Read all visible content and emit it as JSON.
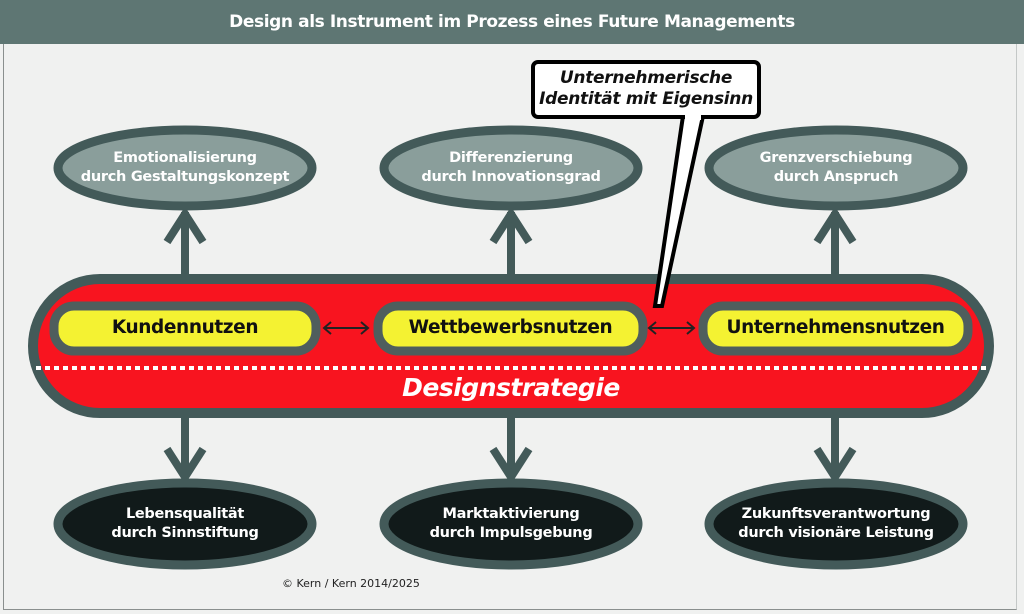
{
  "header": {
    "title": "Design als Instrument im Prozess eines Future Managements"
  },
  "callout": {
    "line1": "Unternehmerische",
    "line2": "Identität mit Eigensinn"
  },
  "top_outcomes": [
    {
      "line1": "Emotionalisierung",
      "line2": "durch Gestaltungskonzept"
    },
    {
      "line1": "Differenzierung",
      "line2": "durch Innovationsgrad"
    },
    {
      "line1": "Grenzverschiebung",
      "line2": "durch Anspruch"
    }
  ],
  "benefits": [
    {
      "label": "Kundennutzen"
    },
    {
      "label": "Wettbewerbsnutzen"
    },
    {
      "label": "Unternehmensnutzen"
    }
  ],
  "strategy": {
    "label": "Designstrategie"
  },
  "bottom_outcomes": [
    {
      "line1": "Lebensqualität",
      "line2": "durch Sinnstiftung"
    },
    {
      "line1": "Marktaktivierung",
      "line2": "durch Impulsgebung"
    },
    {
      "line1": "Zukunftsverantwortung",
      "line2": "durch visionäre Leistung"
    }
  ],
  "footer": {
    "copyright": "© Kern / Kern 2014/2025"
  },
  "colors": {
    "header_bg": "#5e7673",
    "border_dark": "#435a59",
    "top_ellipse_fill": "#8a9e9b",
    "bottom_ellipse_fill": "#111a1a",
    "strategy_fill": "#f8141f",
    "benefit_fill": "#f4f232",
    "benefit_border": "#4f5e5d"
  }
}
